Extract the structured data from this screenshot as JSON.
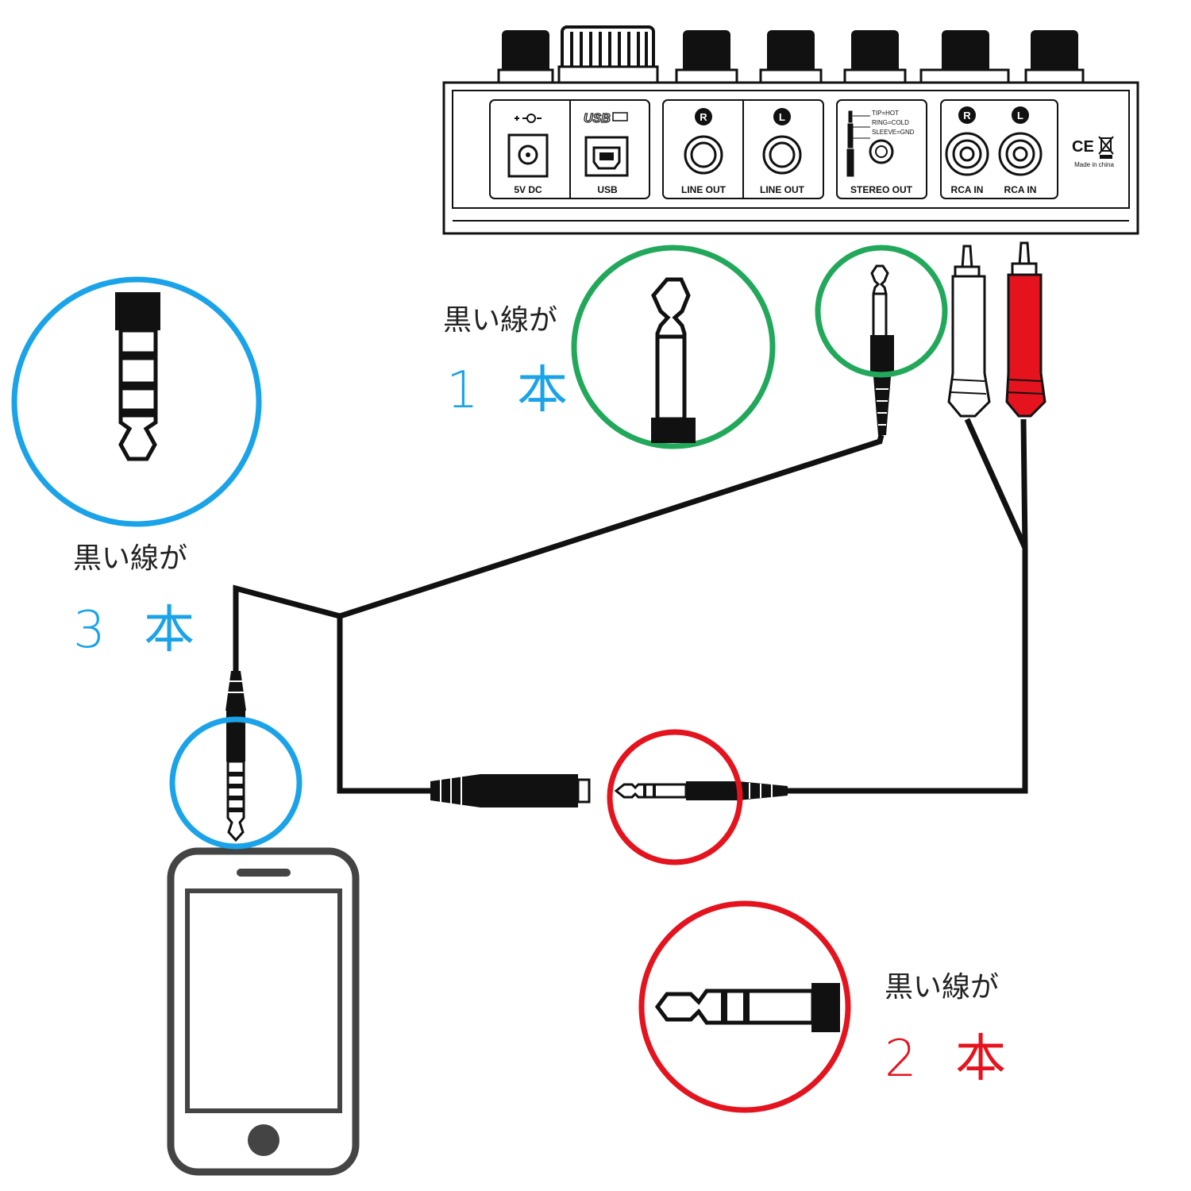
{
  "colors": {
    "blue": "#1aa3e8",
    "green": "#22a85a",
    "red": "#e4131e",
    "black": "#111111"
  },
  "mixer_panel": {
    "ports": {
      "dc": "5V DC",
      "usb": "USB",
      "usb_logo": "USB",
      "line_out_r": "LINE OUT",
      "line_out_l": "LINE OUT",
      "stereo_out": "STEREO OUT",
      "rca_in_r": "RCA IN",
      "rca_in_l": "RCA IN"
    },
    "channel_badges": {
      "r": "R",
      "l": "L"
    },
    "trs_legend": [
      "TIP=HOT",
      "RING=COLD",
      "SLEEVE=GND"
    ],
    "ce_mark": "CE",
    "made_in": "Made in china"
  },
  "callouts": {
    "trrs": {
      "note": "黒い線が",
      "count": "3 本",
      "color": "blue",
      "icon": "trrs-plug-icon"
    },
    "ts": {
      "note": "黒い線が",
      "count": "1 本",
      "color": "green",
      "icon": "ts-plug-icon"
    },
    "trs": {
      "note": "黒い線が",
      "count": "2 本",
      "color": "red",
      "icon": "trs-plug-icon"
    }
  },
  "devices": {
    "phone": {
      "icon": "smartphone-icon"
    },
    "adapter": {
      "icon": "stereo-mini-female-adapter-icon"
    },
    "rca_plugs": {
      "icon": "rca-plug-icon",
      "colors": [
        "white",
        "red"
      ]
    }
  }
}
